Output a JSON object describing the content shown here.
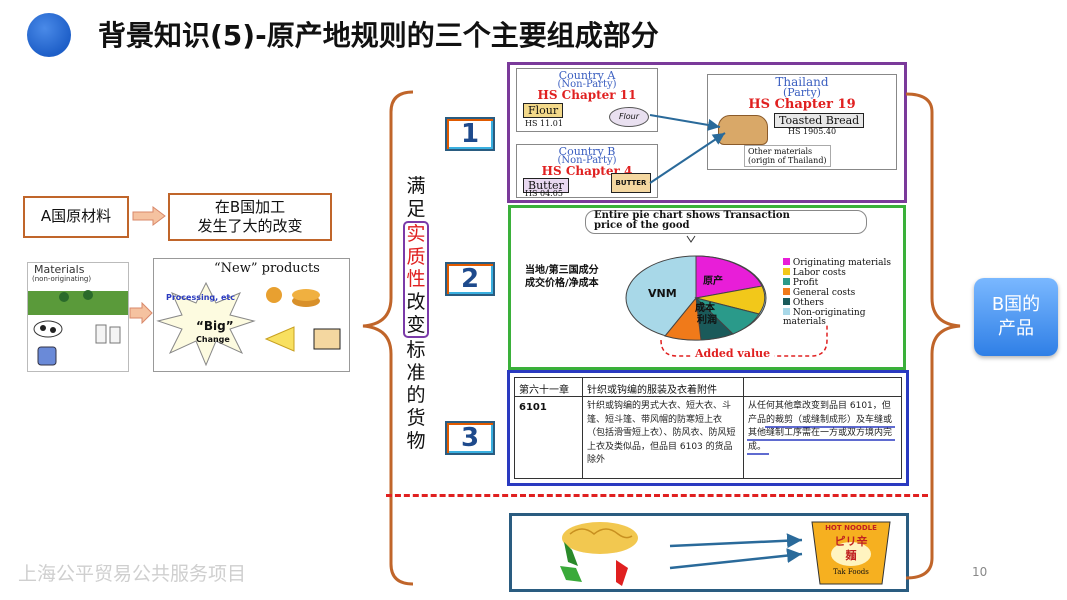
{
  "title": "背景知识(5)-原产地规则的三个主要组成部分",
  "left": {
    "a_box": "A国原材料",
    "b_box_line1": "在B国加工",
    "b_box_line2": "发生了大的改变",
    "materials_label": "Materials",
    "materials_sub": "(non-originating)",
    "new_products": "“New” products",
    "processing": "Processing, etc",
    "big": "“Big”",
    "change": "Change"
  },
  "vertical_text": [
    "满",
    "足",
    "实",
    "质",
    "性",
    "改",
    "变",
    "标",
    "准",
    "的",
    "货",
    "物"
  ],
  "numbers": [
    "1",
    "2",
    "3"
  ],
  "panel1": {
    "country_a": "Country A",
    "non_party_a": "(Non-Party)",
    "hs11": "HS Chapter 11",
    "flour": "Flour",
    "hs1101": "HS 11.01",
    "flour_pkg": "Flour",
    "country_b": "Country B",
    "non_party_b": "(Non-Party)",
    "hs4": "HS Chapter 4",
    "butter": "Butter",
    "butter_pkg": "BUTTER",
    "hs0405": "HS 04.05",
    "thailand": "Thailand",
    "party": "(Party)",
    "hs19": "HS Chapter 19",
    "toasted": "Toasted Bread",
    "hs190540": "HS 1905.40",
    "other1": "Other materials",
    "other2": "(origin of Thailand)"
  },
  "panel2": {
    "heading1": "Entire pie chart shows Transaction",
    "heading2": "price of the good",
    "left_label1": "当地/第三国成分",
    "left_label2": "成交价格/净成本",
    "vnm": "VNM",
    "origin": "原产",
    "cost1": "成本",
    "cost2": "利润",
    "added": "Added value",
    "legend": [
      {
        "label": "Originating materials",
        "color": "#e81ed8"
      },
      {
        "label": "Labor costs",
        "color": "#f2c81a"
      },
      {
        "label": "Profit",
        "color": "#2a9a8a"
      },
      {
        "label": "General costs",
        "color": "#f07a1a"
      },
      {
        "label": "Others",
        "color": "#1a5a5a"
      },
      {
        "label": "Non-originating materials",
        "color": "#a8d8e8"
      }
    ]
  },
  "panel3": {
    "chapter": "第六十一章",
    "chapter_title": "针织或钩编的服装及衣着附件",
    "code": "6101",
    "desc": "针织或钩编的男式大衣、短大衣、斗篷、短斗篷、带风帽的防寒短上衣（包括滑雪短上衣）、防风衣、防风短上衣及类似品，但品目 6103 的货品除外",
    "rule": "从任何其他章改变到品目 6101，但产品的裁剪（或缝制成形）及车缝或其他缝制工序需在一方或双方境内完成。"
  },
  "panel4": {
    "noodle_top": "HOT NOODLE",
    "noodle_mid": "ピリ辛",
    "noodle_char": "麺",
    "noodle_bottom": "Tak Foods"
  },
  "result": {
    "line1": "B国的",
    "line2": "产品"
  },
  "footer": "上海公平贸易公共服务项目",
  "page": "10"
}
